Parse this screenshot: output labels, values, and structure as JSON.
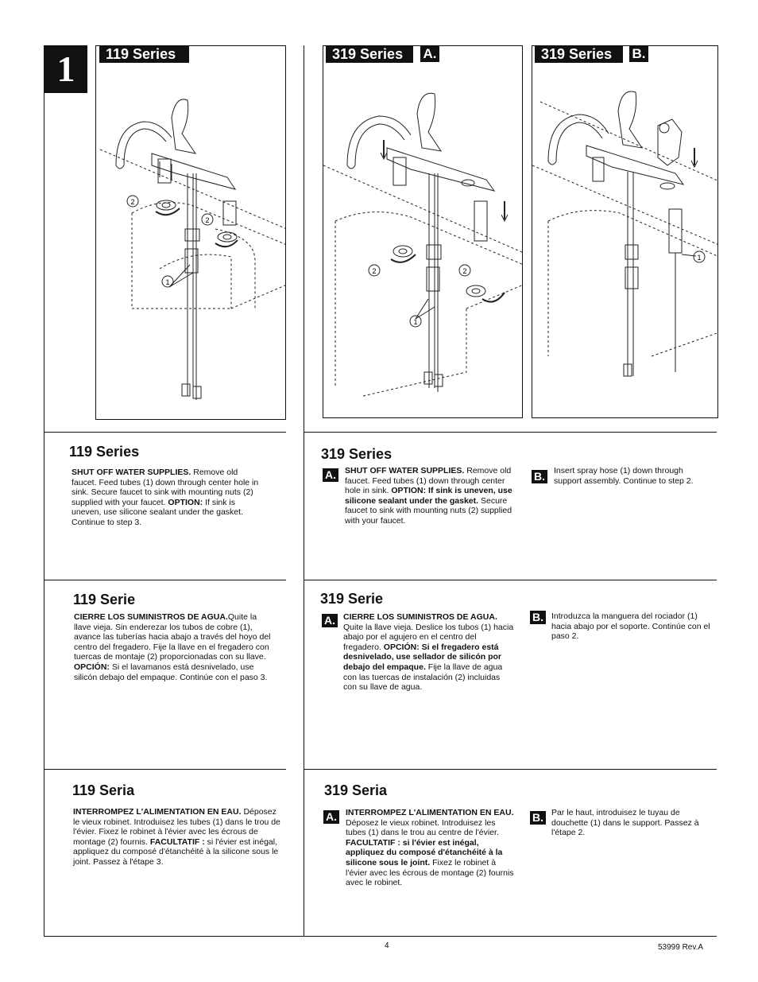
{
  "step_number": "1",
  "panels": {
    "p119": {
      "tag": "119 Series"
    },
    "p319a": {
      "tag": "319 Series",
      "letter": "A."
    },
    "p319b": {
      "tag": "319 Series",
      "letter": "B."
    }
  },
  "callouts": {
    "one": "1",
    "two": "2"
  },
  "english": {
    "s119": {
      "title": "119 Series",
      "lead": "SHUT OFF WATER SUPPLIES.",
      "t1": " Remove old faucet. Feed tubes (1) down through center hole in sink. Secure faucet to sink with mounting nuts (2) supplied with your faucet. ",
      "opt": "OPTION:",
      "t2": " If sink is uneven, use silicone sealant under the gasket. Continue to step 3."
    },
    "s319": {
      "title": "319 Series",
      "a_letter": "A.",
      "a_lead": "SHUT OFF WATER SUPPLIES.",
      "a_t1": " Remove old faucet. Feed tubes (1) down through center hole in sink. ",
      "a_opt": "OPTION: If sink is uneven, use silicone sealant under the gasket.",
      "a_t2": " Secure faucet to sink with mounting nuts (2) supplied with your faucet.",
      "b_letter": "B.",
      "b_text": "Insert spray hose (1) down through support assembly. Continue to step 2."
    }
  },
  "spanish": {
    "s119": {
      "title": "119 Serie",
      "lead": "CIERRE LOS SUMINISTROS DE AGUA.",
      "t1": "Quite la llave vieja. Sin enderezar los tubos de cobre (1), avance las tuberías hacia abajo a través del hoyo del centro del fregadero. Fije la llave en el fregadero con tuercas de montaje (2) proporcionadas con su llave. ",
      "opt": "OPCIÓN:",
      "t2": " Si el lavamanos está desnivelado, use silicón debajo del empaque. Continúe con el paso 3."
    },
    "s319": {
      "title": "319 Serie",
      "a_letter": "A.",
      "a_lead": "CIERRE LOS SUMINISTROS DE AGUA.",
      "a_t1": " Quite la llave vieja. Deslice los tubos (1) hacia abajo por el agujero en el centro del fregadero. ",
      "a_opt": "OPCIÓN: Si el fregadero está desnivelado, use sellador de silicón por debajo del empaque.",
      "a_t2": " Fije la llave de agua con las tuercas de instalación (2) incluidas con su llave de agua.",
      "b_letter": "B.",
      "b_text": "Introduzca la manguera del rociador (1) hacia abajo por el soporte. Continúe con el paso 2."
    }
  },
  "french": {
    "s119": {
      "title": "119 Seria",
      "lead": "INTERROMPEZ L'ALIMENTATION EN EAU.",
      "t1": " Déposez le vieux robinet. Introduisez les tubes (1) dans le trou de l'évier. Fixez le robinet à l'évier avec les écrous de montage (2) fournis. ",
      "opt": "FACULTATIF :",
      "t2": " si l'évier est inégal, appliquez du composé d'étanchéité à la silicone sous le joint. Passez à l'étape 3."
    },
    "s319": {
      "title": "319 Seria",
      "a_letter": "A.",
      "a_lead": "INTERROMPEZ L'ALIMENTATION EN EAU.",
      "a_t1": " Déposez le vieux robinet. Introduisez les tubes (1) dans le trou au centre de l'évier. ",
      "a_opt": "FACULTATIF : si l'évier est inégal, appliquez du composé d'étanchéité à la silicone sous le joint.",
      "a_t2": " Fixez le robinet à l'évier avec les écrous de montage (2) fournis avec le robinet.",
      "b_letter": "B.",
      "b_text": "Par le haut, introduisez le tuyau de douchette (1) dans le support. Passez à l'étape 2."
    }
  },
  "footer": {
    "page": "4",
    "doc": "53999  Rev.A"
  }
}
